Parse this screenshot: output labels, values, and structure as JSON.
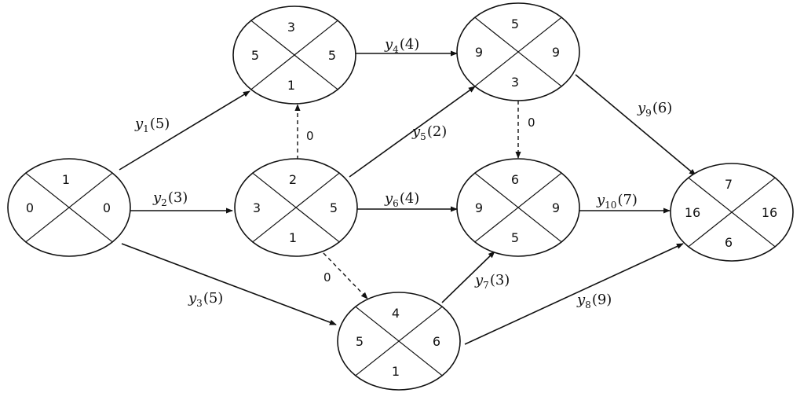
{
  "diagram": {
    "nodes": [
      {
        "id": "n1",
        "top": "1",
        "left": "0",
        "right": "0",
        "bottom": ""
      },
      {
        "id": "n2",
        "top": "2",
        "left": "3",
        "right": "5",
        "bottom": "1"
      },
      {
        "id": "n3",
        "top": "3",
        "left": "5",
        "right": "5",
        "bottom": "1"
      },
      {
        "id": "n4",
        "top": "4",
        "left": "5",
        "right": "6",
        "bottom": "1"
      },
      {
        "id": "n5",
        "top": "5",
        "left": "9",
        "right": "9",
        "bottom": "3"
      },
      {
        "id": "n6",
        "top": "6",
        "left": "9",
        "right": "9",
        "bottom": "5"
      },
      {
        "id": "n7",
        "top": "7",
        "left": "16",
        "right": "16",
        "bottom": "6"
      }
    ],
    "edges": [
      {
        "id": "y1",
        "from": "n1",
        "to": "n3",
        "var": "y",
        "sub": "1",
        "dur": "(5)",
        "dashed": false
      },
      {
        "id": "y2",
        "from": "n1",
        "to": "n2",
        "var": "y",
        "sub": "2",
        "dur": "(3)",
        "dashed": false
      },
      {
        "id": "y3",
        "from": "n1",
        "to": "n4",
        "var": "y",
        "sub": "3",
        "dur": "(5)",
        "dashed": false
      },
      {
        "id": "y4",
        "from": "n3",
        "to": "n5",
        "var": "y",
        "sub": "4",
        "dur": "(4)",
        "dashed": false
      },
      {
        "id": "y5",
        "from": "n2",
        "to": "n5",
        "var": "y",
        "sub": "5",
        "dur": "(2)",
        "dashed": false
      },
      {
        "id": "y6",
        "from": "n2",
        "to": "n6",
        "var": "y",
        "sub": "6",
        "dur": "(4)",
        "dashed": false
      },
      {
        "id": "y7",
        "from": "n4",
        "to": "n6",
        "var": "y",
        "sub": "7",
        "dur": "(3)",
        "dashed": false
      },
      {
        "id": "y8",
        "from": "n4",
        "to": "n7",
        "var": "y",
        "sub": "8",
        "dur": "(9)",
        "dashed": false
      },
      {
        "id": "y9",
        "from": "n5",
        "to": "n7",
        "var": "y",
        "sub": "9",
        "dur": "(6)",
        "dashed": false
      },
      {
        "id": "y10",
        "from": "n6",
        "to": "n7",
        "var": "y",
        "sub": "10",
        "dur": "(7)",
        "dashed": false
      },
      {
        "id": "d1",
        "from": "n2",
        "to": "n3",
        "label": "0",
        "dashed": true
      },
      {
        "id": "d2",
        "from": "n5",
        "to": "n6",
        "label": "0",
        "dashed": true
      },
      {
        "id": "d3",
        "from": "n2",
        "to": "n4",
        "label": "0",
        "dashed": true
      }
    ]
  }
}
